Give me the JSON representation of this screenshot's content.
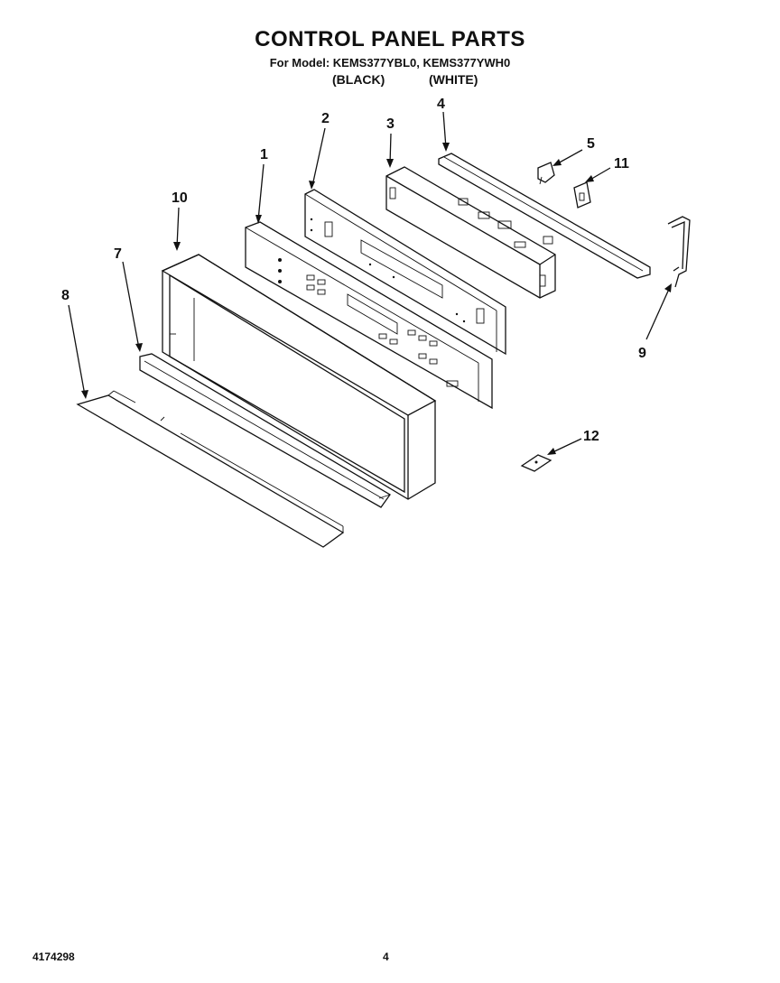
{
  "header": {
    "title": "CONTROL PANEL PARTS",
    "subtitle": "For Model: KEMS377YBL0, KEMS377YWH0",
    "variant_black": "(BLACK)",
    "variant_white": "(WHITE)"
  },
  "callouts": [
    "1",
    "2",
    "3",
    "4",
    "5",
    "7",
    "8",
    "9",
    "10",
    "11",
    "12"
  ],
  "footer": {
    "doc_number": "4174298",
    "page_number": "4"
  }
}
